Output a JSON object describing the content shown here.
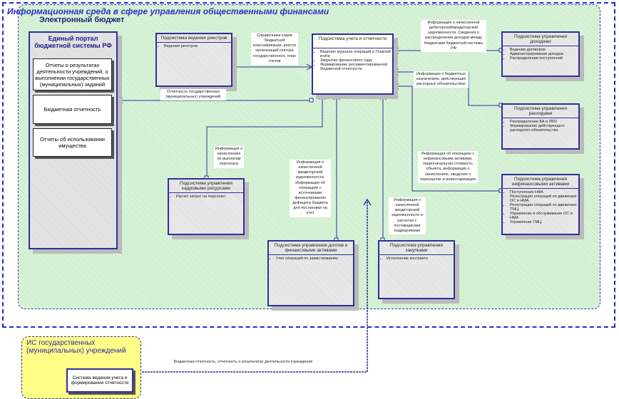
{
  "title": "Информационная среда в сфере управления общественными финансами",
  "subtitle": "Электронный бюджет",
  "portal": {
    "title": "Единый портал бюджетной системы РФ",
    "reports": [
      "Отчеты о результатах деятельности учреждений, о выполнении государственных (муниципальных) заданий",
      "Бюджетная отчетность",
      "Отчеты об использовании имущества"
    ]
  },
  "subsystems": {
    "registry": {
      "title": "Подсистема ведения реестров",
      "items": [
        "Ведение реестров"
      ]
    },
    "accounting": {
      "title": "Подсистема учета и отчетности",
      "items": [
        "Ведение журнала операций и Главной книги",
        "Закрытие финансового года;",
        "Формирование регламентированной бюджетной отчетности."
      ]
    },
    "revenue": {
      "title": "Подсистема управления доходами",
      "items": [
        "Ведение договоров",
        "Администрирование доходов",
        "Распределение поступлений"
      ]
    },
    "expense": {
      "title": "Подсистема управления расходами",
      "items": [
        "Распределение БА и ЛБО",
        "Формирование действующего расходного обязательства"
      ]
    },
    "nfa": {
      "title": "Подсистема управления нефинансовыми активами",
      "items": [
        "Поступление НФА",
        "Регистрация операций по движению ОС и НМА",
        "Регистрация операций по движению ТМЦ",
        "Управление и обслуживание ОС и НМА",
        "Управление ТМЦ"
      ]
    },
    "hr": {
      "title": "Подсистема управления кадровыми ресурсами",
      "items": [
        "Расчет затрат на персонал"
      ]
    },
    "debt": {
      "title": "Подсистема управления долгом и финансовыми активами",
      "items": [
        "Учет операций по заимствованию"
      ]
    },
    "procurement": {
      "title": "Подсистема управления закупками",
      "items": [
        "Исполнение контракта"
      ]
    }
  },
  "flows": {
    "registry_to_accounting": "Справочники кодов бюджетной классификации, реестр организаций сектора государственного, план счетов",
    "to_portal": "Отчетность государственных (муниципальных) учреждений",
    "revenue": "Информация о начисленной дебиторской/кредиторской задолженности. Сведения о распределении доходов между бюджетами бюджетной системы РФ",
    "expense": "Информация о бюджетных назначениях, действующих расходных обязательствах",
    "nfa": "Информация об операциях с нефинансовыми активами, первоначальная стоимость объекта, информация о начислениях, сведения о переоценке и инвентаризации",
    "hr": "Информация о начислениях по выплатам персоналу",
    "debt": "Информация о начисленной кредиторской задолженности. Информация об операциях с источниками финансирования дефицита бюджета для постановки на учет",
    "procurement": "Информация о начисленной кредиторской задолженности и расчетах с поставщиками подрядчиками",
    "institutions": "Бюджетная отчетность, отчетность о результатах деятельности учреждения"
  },
  "institutions": {
    "title": "ИС государственных (муниципальных) учреждений",
    "system": "Система ведения учета и формирования отчетности"
  }
}
